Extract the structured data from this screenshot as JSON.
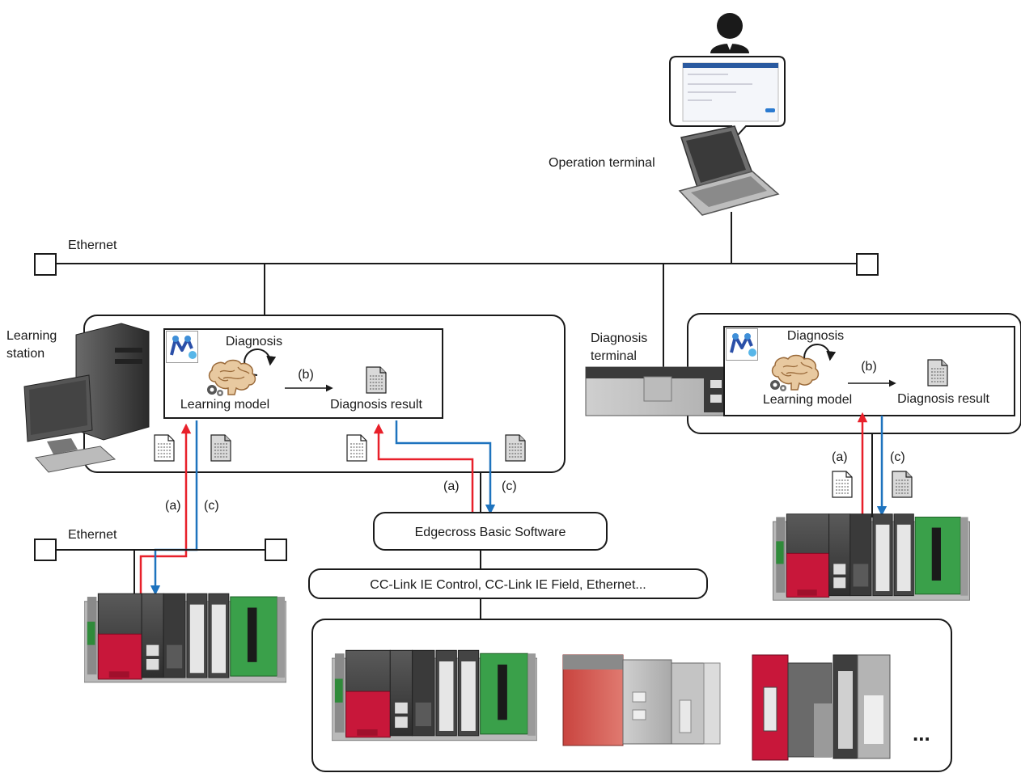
{
  "operation_terminal": {
    "label": "Operation terminal"
  },
  "networks": {
    "top_ethernet": "Ethernet",
    "left_ethernet": "Ethernet"
  },
  "learning_station": {
    "label_line1": "Learning",
    "label_line2": "station",
    "panel": {
      "diagnosis": "Diagnosis",
      "learning_model": "Learning model",
      "step_b": "(b)",
      "diagnosis_result": "Diagnosis result"
    },
    "flow_a": "(a)",
    "flow_c": "(c)"
  },
  "diagnosis_terminal": {
    "label_line1": "Diagnosis",
    "label_line2": "terminal",
    "panel": {
      "diagnosis": "Diagnosis",
      "learning_model": "Learning model",
      "step_b": "(b)",
      "diagnosis_result": "Diagnosis result"
    },
    "flow_a": "(a)",
    "flow_c": "(c)"
  },
  "edgecross": {
    "label": "Edgecross Basic Software",
    "flow_a": "(a)",
    "flow_c": "(c)"
  },
  "field_network": {
    "label": "CC-Link IE Control, CC-Link IE Field, Ethernet..."
  },
  "devices_more": "...",
  "colors": {
    "flow_a": "#e8202a",
    "flow_c": "#1e73be",
    "line": "#1a1a1a",
    "plc_red": "#c8173a",
    "plc_green": "#2f8a3a",
    "plc_dark": "#3a3a3a"
  }
}
